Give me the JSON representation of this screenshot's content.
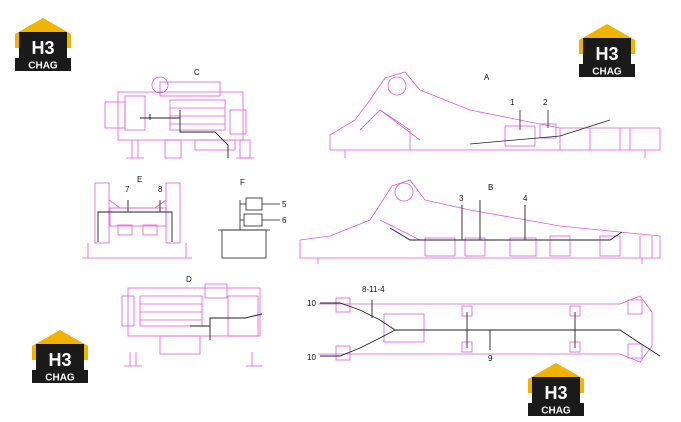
{
  "logos": [
    {
      "id": "tl",
      "mark": "H3",
      "word": "CHAG"
    },
    {
      "id": "tr",
      "mark": "H3",
      "word": "CHAG"
    },
    {
      "id": "bl",
      "mark": "H3",
      "word": "CHAG"
    },
    {
      "id": "br",
      "mark": "H3",
      "word": "CHAG"
    }
  ],
  "views": {
    "a": "A",
    "b": "B",
    "c": "C",
    "d": "D",
    "e": "E",
    "f": "F"
  },
  "callouts": {
    "c1": "1",
    "c2": "2",
    "c3": "3",
    "c4": "4",
    "c5": "5",
    "c6": "6",
    "c7": "7",
    "c8": "8",
    "c9": "9",
    "c10a": "10",
    "c10b": "10",
    "c8_11_4": "8-11-4"
  },
  "colors": {
    "linework": "#d95fd9",
    "harness": "#222222",
    "logo_yellow": "#f0b400",
    "logo_dark": "#1a1a1a"
  }
}
